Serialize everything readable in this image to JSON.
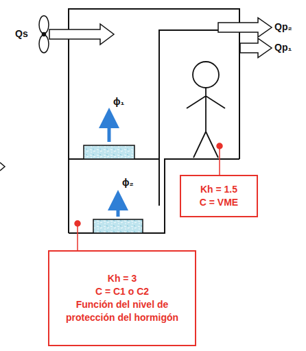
{
  "diagram": {
    "nodes": [
      {
        "text": [
          "Kh = 1.5",
          "C = VME"
        ]
      },
      {
        "text": [
          "Kh = 3",
          "C = C1 o C2",
          "Función del nivel de protección del hormigón"
        ]
      }
    ],
    "labels": [
      "Qs",
      "Qp₂",
      "Qp₁",
      "ϕ₁",
      "ϕ₂"
    ]
  }
}
